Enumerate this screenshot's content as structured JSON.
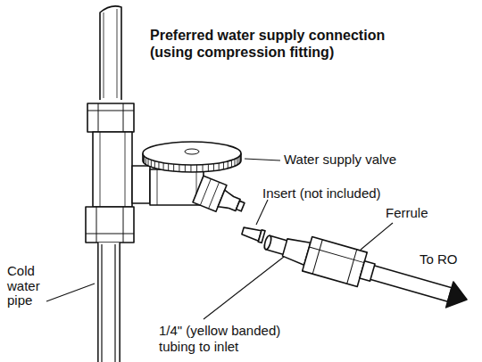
{
  "diagram": {
    "title": "Preferred water supply connection (using compression fitting)",
    "labels": [
      "Water supply valve",
      "Insert (not included)",
      "Ferrule",
      "To RO",
      "Cold water pipe",
      "1/4\" (yellow banded) tubing to inlet"
    ]
  }
}
